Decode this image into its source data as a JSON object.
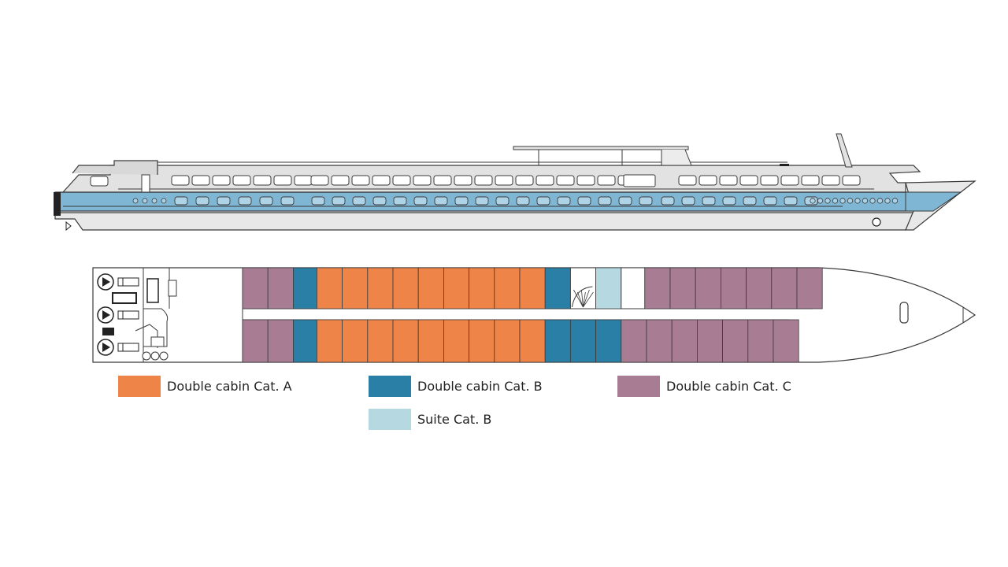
{
  "colors": {
    "cat_a": "#ee8447",
    "cat_b": "#2a7fa6",
    "cat_c": "#a87d94",
    "suite_b": "#b6d9e1",
    "hull_blue": "#7fb6d4",
    "superstructure": "#e2e2e2",
    "outline": "#3a3a3a"
  },
  "deck": {
    "top_row": [
      "c",
      "c",
      "b",
      "a",
      "a",
      "a",
      "a",
      "a",
      "a",
      "a",
      "a",
      "a",
      "b",
      "stair",
      "s",
      "empty",
      "c",
      "c",
      "c",
      "c",
      "c",
      "c",
      "c"
    ],
    "bottom_row": [
      "c",
      "c",
      "b",
      "a",
      "a",
      "a",
      "a",
      "a",
      "a",
      "a",
      "a",
      "a",
      "b",
      "b",
      "b",
      "c",
      "c",
      "c",
      "c",
      "c",
      "c",
      "c"
    ]
  },
  "legend": [
    {
      "key": "cat_a",
      "label": "Double cabin Cat. A"
    },
    {
      "key": "cat_b",
      "label": "Double cabin Cat. B"
    },
    {
      "key": "cat_c",
      "label": "Double cabin Cat. C"
    },
    {
      "key": "suite_b",
      "label": "Suite Cat. B"
    }
  ]
}
